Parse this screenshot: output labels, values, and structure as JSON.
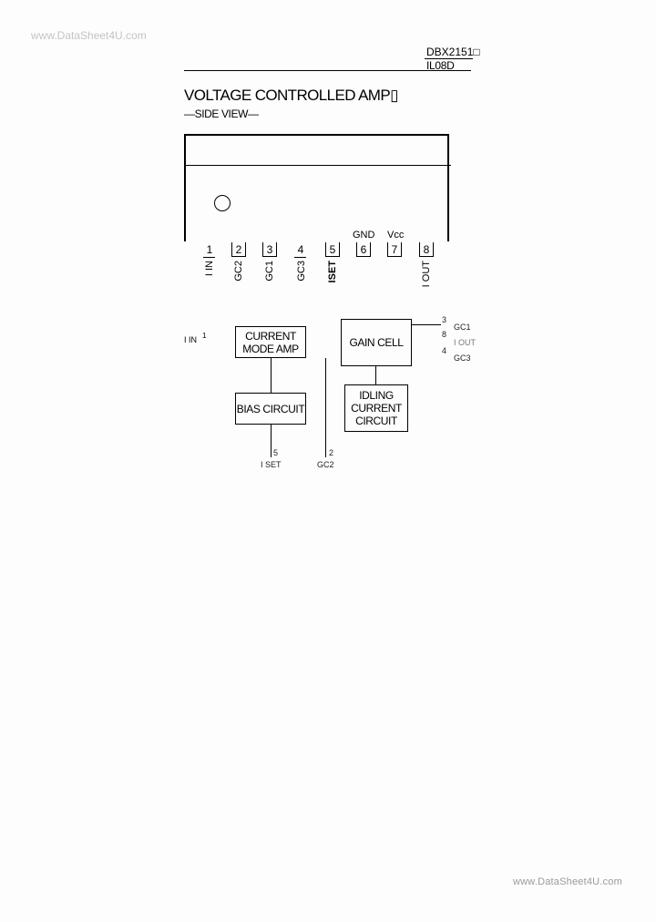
{
  "watermark_top": "www.DataSheet4U.com",
  "watermark_bottom": "www.DataSheet4U.com",
  "header": {
    "part_number": "DBX2151□",
    "package": "IL08D"
  },
  "title": "VOLTAGE CONTROLLED AMP▯",
  "subtitle": "—SIDE VIEW—",
  "side_view": {
    "top_labels": {
      "gnd": "GND",
      "vcc": "Vcc"
    },
    "pins": [
      {
        "num": "1",
        "name": "I IN"
      },
      {
        "num": "2",
        "name": "GC2"
      },
      {
        "num": "3",
        "name": "GC1"
      },
      {
        "num": "4",
        "name": "GC3"
      },
      {
        "num": "5",
        "name": "ISET"
      },
      {
        "num": "6",
        "name": ""
      },
      {
        "num": "7",
        "name": ""
      },
      {
        "num": "8",
        "name": "I OUT"
      }
    ]
  },
  "block_diagram": {
    "input_label": "I IN",
    "input_pin": "1",
    "blocks": {
      "current_mode_amp": "CURRENT MODE AMP",
      "bias_circuit": "BIAS CIRCUIT",
      "gain_cell": "GAIN CELL",
      "idling_current": "IDLING CURRENT CIRCUIT"
    },
    "right_pins": [
      {
        "num": "3",
        "name": "GC1"
      },
      {
        "num": "8",
        "name": "I OUT"
      },
      {
        "num": "4",
        "name": "GC3"
      }
    ],
    "bottom_pins": [
      {
        "num": "5",
        "name": "I SET"
      },
      {
        "num": "2",
        "name": "GC2"
      }
    ]
  }
}
